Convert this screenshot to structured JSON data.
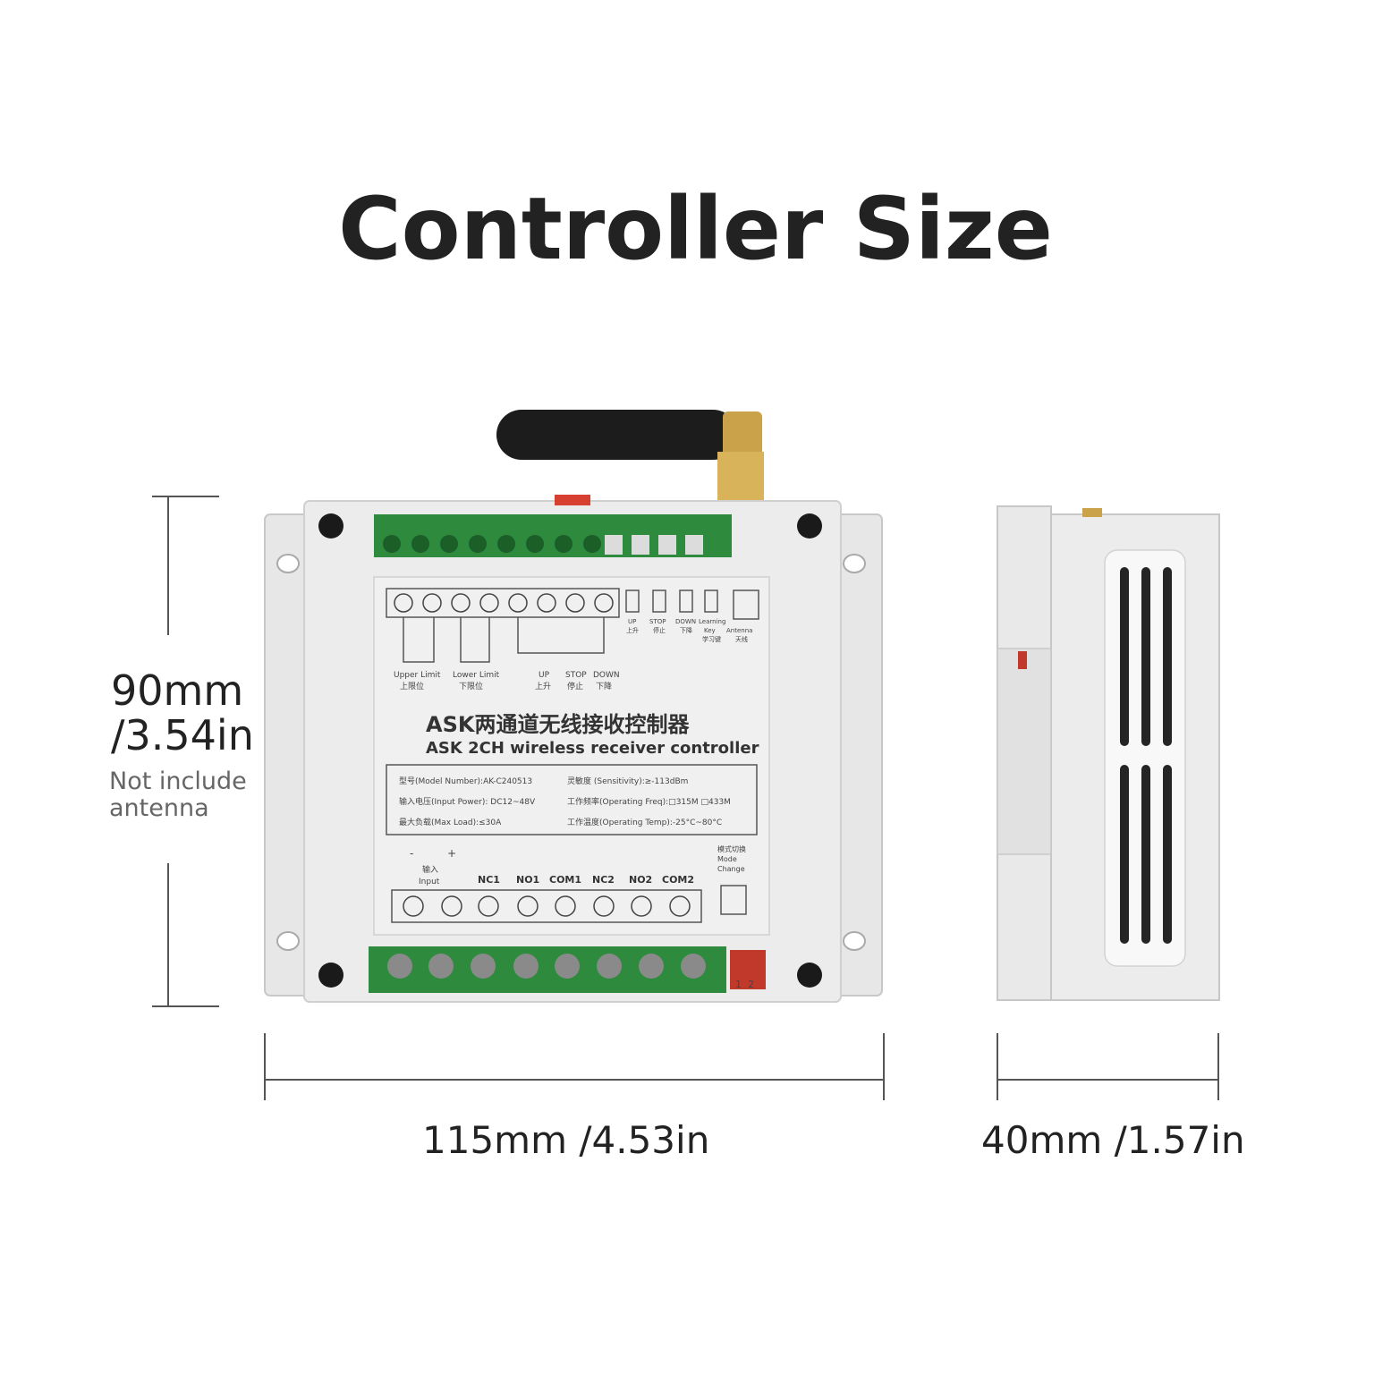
{
  "title": "Controller Size",
  "dims": {
    "height_mm": "90mm",
    "height_in": "/3.54in",
    "height_note_1": "Not include",
    "height_note_2": "antenna",
    "width_mm": "115mm",
    "width_in": "/4.53in",
    "depth_mm": "40mm",
    "depth_in": "/1.57in"
  },
  "pcb": {
    "name_cn": "ASK两通道无线接收控制器",
    "name_en": "ASK 2CH wireless receiver controller",
    "spec_model": "型号(Model Number):AK-C240513",
    "spec_power": "输入电压(Input Power): DC12~48V",
    "spec_load": "最大负载(Max Load):≤30A",
    "spec_sens": "灵敏度 (Sensitivity):≥-113dBm",
    "spec_freq": "工作频率(Operating Freq):□315M □433M",
    "spec_temp": "工作温度(Operating Temp):-25°C~80°C",
    "upper_limit": "Upper Limit",
    "upper_limit_cn": "上限位",
    "lower_limit": "Lower Limit",
    "lower_limit_cn": "下限位",
    "up": "UP",
    "up_cn": "上升",
    "stop": "STOP",
    "stop_cn": "停止",
    "down": "DOWN",
    "down_cn": "下降",
    "learning": "Learning",
    "key": "Key",
    "learning_cn": "学习键",
    "antenna": "Antenna",
    "antenna_cn": "天线",
    "input_cn": "输入",
    "input": "Input",
    "minus": "-",
    "plus": "+",
    "nc1": "NC1",
    "no1": "NO1",
    "com1": "COM1",
    "nc2": "NC2",
    "no2": "NO2",
    "com2": "COM2",
    "mode_cn": "模式切换",
    "mode_1": "Mode",
    "mode_2": "Change",
    "dip_1": "1",
    "dip_2": "2"
  }
}
